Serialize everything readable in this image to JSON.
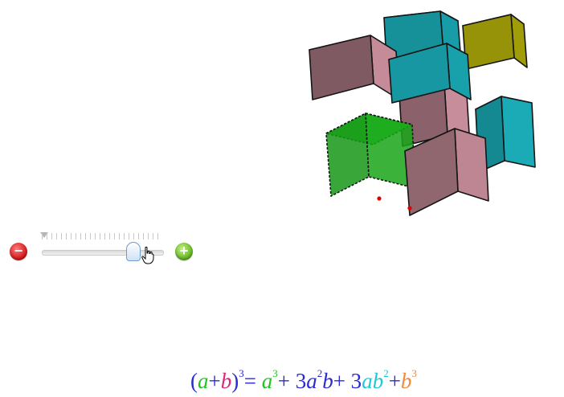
{
  "slider": {
    "value": 0.76,
    "colors": {
      "minus": "#d01414",
      "plus": "#5fb11e",
      "thumb_border": "#6f9cc9"
    },
    "icons": {
      "decrease": "minus-circle-icon",
      "increase": "plus-circle-icon",
      "cursor": "hand-pointer-icon"
    },
    "minus_glyph": "−",
    "plus_glyph": "+"
  },
  "scene": {
    "colors": {
      "pink": "#e8a4b3",
      "cyan": "#1ec9d6",
      "yellow": "#c8c40a",
      "green": "#1fd01f",
      "point": "#e00000"
    }
  },
  "formula": {
    "open_paren": "(",
    "a": "a",
    "plus1": "+ ",
    "b": "b",
    "close_paren": ")",
    "exp_lhs": "3",
    "equals": "= ",
    "t1_base": "a",
    "t1_exp": "3",
    "plus2": "+ 3 ",
    "t2_a": "a",
    "t2_exp": "2",
    "t2_b": "b",
    "plus3": "+ 3 ",
    "t3_ab": "ab",
    "t3_exp": "2",
    "plus4": "+ ",
    "t4_base": "b",
    "t4_exp": "3",
    "colors": {
      "paren": "#2a2ad6",
      "a": "#22c422",
      "b": "#d8287a",
      "ops": "#2a2ad6",
      "t1": "#22c422",
      "t2": "#2a2ad6",
      "t3": "#1ec9d6",
      "t4": "#f08a3c"
    }
  }
}
